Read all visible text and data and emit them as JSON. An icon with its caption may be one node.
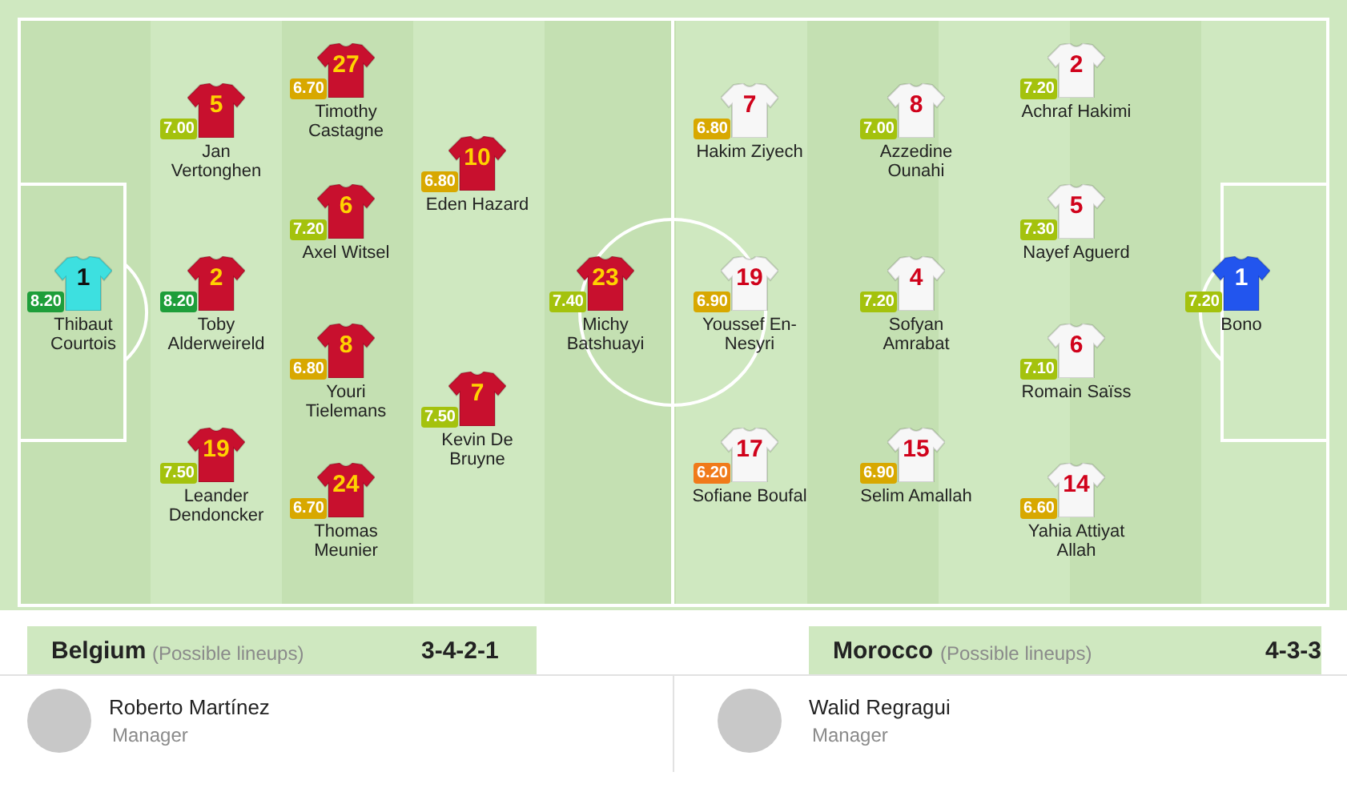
{
  "diagram": {
    "nodes": [
      {
        "text": [
          "1",
          "8.20",
          "Thibaut Courtois"
        ]
      },
      {
        "text": [
          "5",
          "7.00",
          "Jan Vertonghen"
        ]
      },
      {
        "text": [
          "2",
          "8.20",
          "Toby Alderweireld"
        ]
      },
      {
        "text": [
          "19",
          "7.50",
          "Leander Dendoncker"
        ]
      },
      {
        "text": [
          "27",
          "6.70",
          "Timothy Castagne"
        ]
      },
      {
        "text": [
          "6",
          "7.20",
          "Axel Witsel"
        ]
      },
      {
        "text": [
          "8",
          "6.80",
          "Youri Tielemans"
        ]
      },
      {
        "text": [
          "24",
          "6.70",
          "Thomas Meunier"
        ]
      },
      {
        "text": [
          "10",
          "6.80",
          "Eden Hazard"
        ]
      },
      {
        "text": [
          "7",
          "7.50",
          "Kevin De Bruyne"
        ]
      },
      {
        "text": [
          "23",
          "7.40",
          "Michy Batshuayi"
        ]
      },
      {
        "text": [
          "7",
          "6.80",
          "Hakim Ziyech"
        ]
      },
      {
        "text": [
          "19",
          "6.90",
          "Youssef En-Nesyri"
        ]
      },
      {
        "text": [
          "17",
          "6.20",
          "Sofiane Boufal"
        ]
      },
      {
        "text": [
          "8",
          "7.00",
          "Azzedine Ounahi"
        ]
      },
      {
        "text": [
          "4",
          "7.20",
          "Sofyan Amrabat"
        ]
      },
      {
        "text": [
          "15",
          "6.90",
          "Selim Amallah"
        ]
      },
      {
        "text": [
          "2",
          "7.20",
          "Achraf Hakimi"
        ]
      },
      {
        "text": [
          "5",
          "7.30",
          "Nayef Aguerd"
        ]
      },
      {
        "text": [
          "6",
          "7.10",
          "Romain Saïss"
        ]
      },
      {
        "text": [
          "14",
          "6.60",
          "Yahia Attiyat Allah"
        ]
      },
      {
        "text": [
          "1",
          "7.20",
          "Bono"
        ]
      }
    ],
    "labels": [
      "Belgium",
      "(Possible lineups)",
      "3-4-2-1",
      "Morocco",
      "(Possible lineups)",
      "4-3-3",
      "Roberto Martínez",
      "Manager",
      "Walid Regragui",
      "Manager"
    ]
  }
}
